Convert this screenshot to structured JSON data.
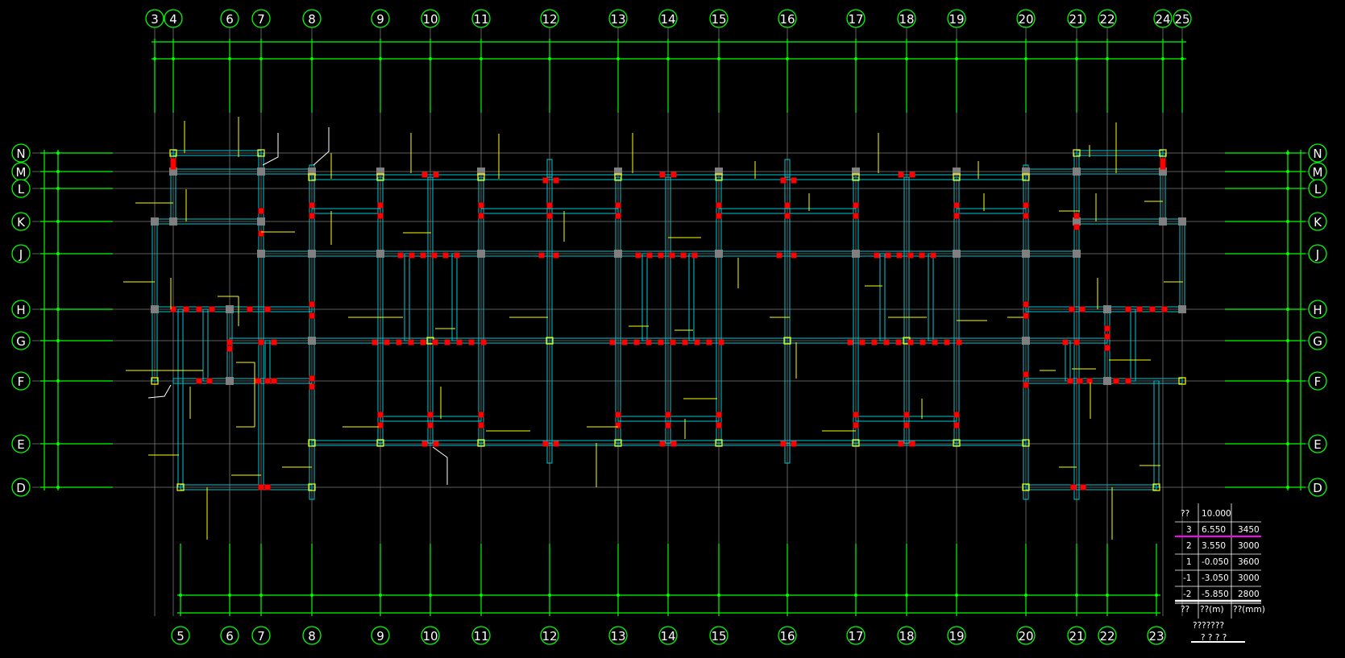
{
  "colors": {
    "background": "#000000",
    "grid_line": "#7a7a7a",
    "dimension": "#00ff00",
    "wall": "#00c8d2",
    "column": "#808080",
    "rebar_marker": "#ff0000",
    "leader": "#ffff00",
    "table_line": "#ffffff",
    "table_highlight": "#ff00ff"
  },
  "top_axes": [
    "3",
    "4",
    "6",
    "7",
    "8",
    "9",
    "10",
    "11",
    "12",
    "13",
    "14",
    "15",
    "16",
    "17",
    "18",
    "19",
    "20",
    "21",
    "22",
    "24",
    "25"
  ],
  "bottom_axes": [
    "5",
    "6",
    "7",
    "8",
    "9",
    "10",
    "11",
    "12",
    "13",
    "14",
    "15",
    "16",
    "17",
    "18",
    "19",
    "20",
    "21",
    "22",
    "23"
  ],
  "left_axes": [
    "N",
    "M",
    "L",
    "K",
    "J",
    "H",
    "G",
    "F",
    "E",
    "D"
  ],
  "right_axes": [
    "N",
    "M",
    "L",
    "K",
    "J",
    "H",
    "G",
    "F",
    "E",
    "D"
  ],
  "elevation_table": {
    "rows": [
      {
        "floor": "??",
        "elev": "10.000",
        "height": ""
      },
      {
        "floor": "3",
        "elev": "6.550",
        "height": "3450"
      },
      {
        "floor": "2",
        "elev": "3.550",
        "height": "3000"
      },
      {
        "floor": "1",
        "elev": "-0.050",
        "height": "3600"
      },
      {
        "floor": "-1",
        "elev": "-3.050",
        "height": "3000"
      },
      {
        "floor": "-2",
        "elev": "-5.850",
        "height": "2800"
      }
    ],
    "header": {
      "floor": "??",
      "elev": "??(m)",
      "height": "??(mm)"
    },
    "caption1": "???????",
    "caption2": "? ? ? ?"
  }
}
